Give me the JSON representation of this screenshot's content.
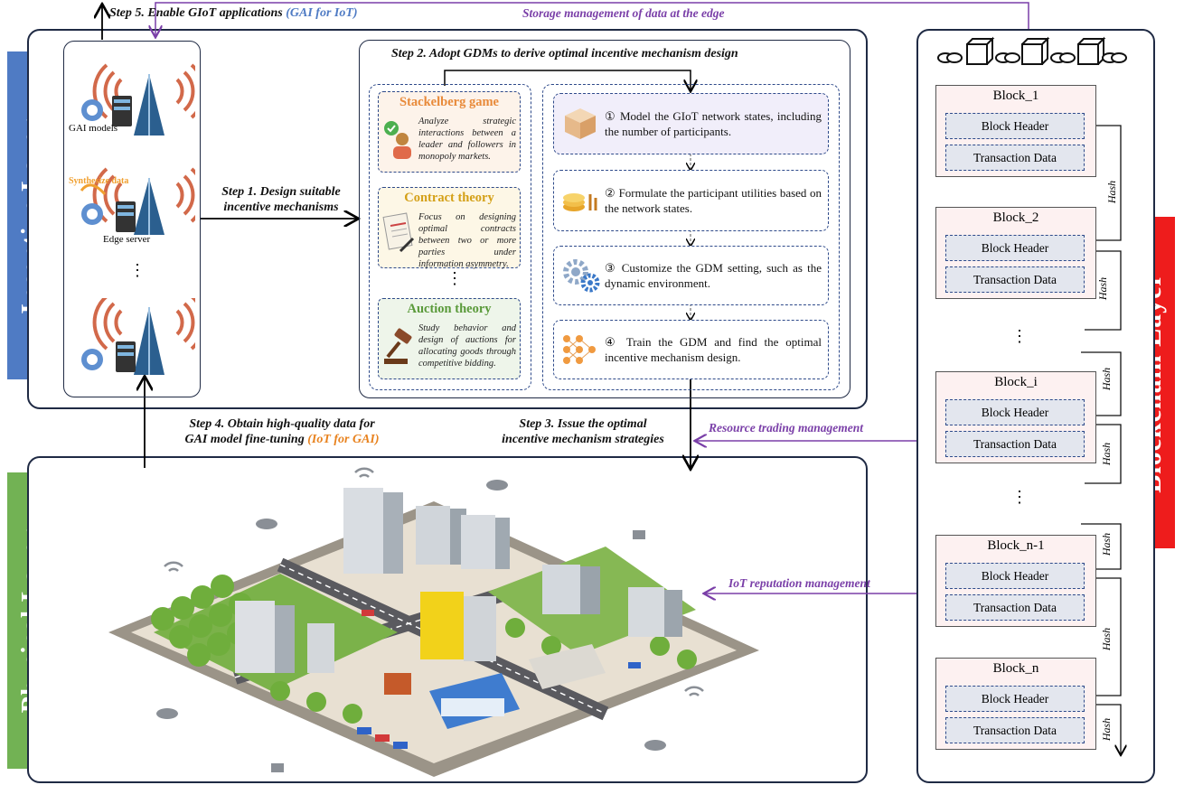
{
  "layers": {
    "incentive": "Incentive Layer",
    "physical": "Physical Layer",
    "blockchain": "Blockchain Layer"
  },
  "steps": {
    "step5_prefix": "Step 5. Enable GIoT applications ",
    "step5_highlight": "(GAI for IoT)",
    "step2": "Step 2.  Adopt GDMs to derive optimal incentive mechanism design",
    "step1_line1": "Step 1. Design suitable",
    "step1_line2": "incentive mechanisms",
    "step4_line1": "Step 4. Obtain high-quality data for",
    "step4_line2_prefix": "GAI model fine-tuning ",
    "step4_highlight": "(IoT for GAI)",
    "step3_line1": "Step 3. Issue the optimal",
    "step3_line2": "incentive mechanism strategies"
  },
  "management": {
    "storage": "Storage management of data at the edge",
    "resource": "Resource trading management",
    "reputation": "IoT reputation management"
  },
  "edge": {
    "gai_models": "GAI models",
    "synthesize": "Synthesize data",
    "edge_server": "Edge server",
    "dots": "⋮"
  },
  "theories": [
    {
      "title": "Stackelberg game",
      "desc": "Analyze strategic interactions between a leader and followers in monopoly markets.",
      "color": "#e88a3a"
    },
    {
      "title": "Contract theory",
      "desc": "Focus on designing optimal contracts between two or more parties under information asymmetry.",
      "color": "#d4a017"
    },
    {
      "title": "Auction theory",
      "desc": "Study behavior and design of auctions for allocating goods through competitive bidding.",
      "color": "#5a9a3a"
    }
  ],
  "theory_dots": "⋮",
  "process": [
    "① Model the GIoT network states, including the number of participants.",
    "② Formulate the participant utilities based on the network states.",
    "③ Customize the GDM setting, such as the dynamic environment.",
    "④ Train the GDM and find the optimal incentive mechanism design."
  ],
  "blocks": [
    {
      "title": "Block_1",
      "header": "Block Header",
      "data": "Transaction Data"
    },
    {
      "title": "Block_2",
      "header": "Block Header",
      "data": "Transaction Data"
    },
    {
      "title": "Block_i",
      "header": "Block Header",
      "data": "Transaction Data"
    },
    {
      "title": "Block_n-1",
      "header": "Block Header",
      "data": "Transaction Data"
    },
    {
      "title": "Block_n",
      "header": "Block Header",
      "data": "Transaction Data"
    }
  ],
  "hash_label": "Hash",
  "block_dots": "⋮",
  "colors": {
    "incentive": "#4f7bc4",
    "physical": "#72b254",
    "blockchain": "#ee1c1c",
    "purple": "#7a3fa8",
    "orange": "#e8821e",
    "blue_text": "#4f7bc4"
  }
}
